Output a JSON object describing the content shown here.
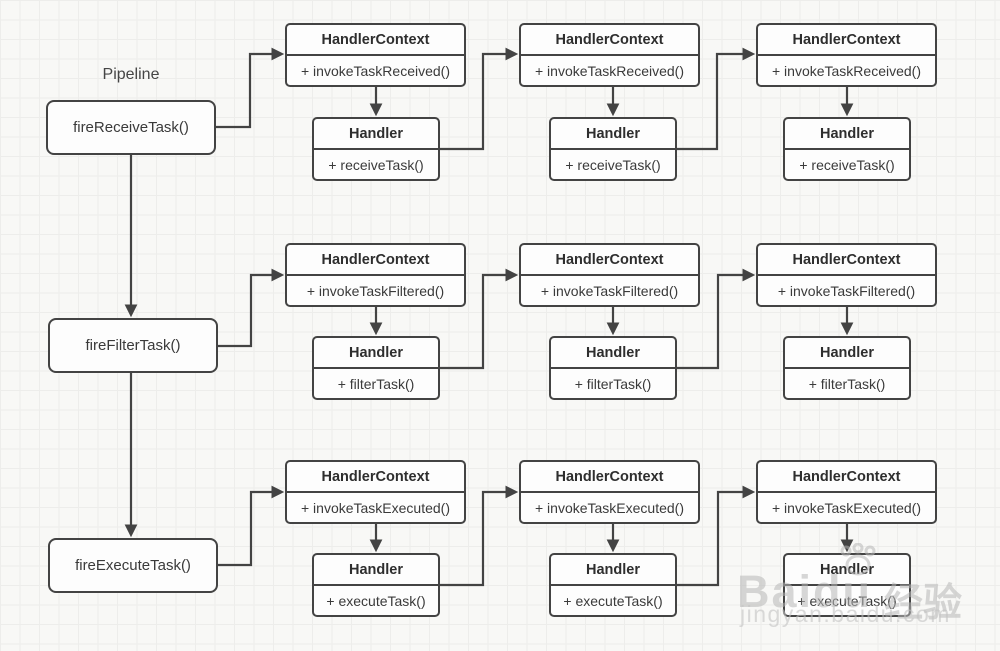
{
  "pipeline": {
    "label": "Pipeline",
    "stages": [
      {
        "method": "fireReceiveTask()"
      },
      {
        "method": "fireFilterTask()"
      },
      {
        "method": "fireExecuteTask()"
      }
    ]
  },
  "chain_rows": [
    {
      "context": {
        "title": "HandlerContext",
        "method": "+ invokeTaskReceived()"
      },
      "handler": {
        "title": "Handler",
        "method": "+ receiveTask()"
      }
    },
    {
      "context": {
        "title": "HandlerContext",
        "method": "+ invokeTaskFiltered()"
      },
      "handler": {
        "title": "Handler",
        "method": "+ filterTask()"
      }
    },
    {
      "context": {
        "title": "HandlerContext",
        "method": "+ invokeTaskExecuted()"
      },
      "handler": {
        "title": "Handler",
        "method": "+ executeTask()"
      }
    }
  ],
  "watermark": {
    "brand": "Baidu",
    "brand_suffix": "经验",
    "url": "jingyan.baidu.com"
  },
  "colors": {
    "border": "#434343",
    "text": "#3a3a3a",
    "background": "#f8f8f6",
    "grid_line": "#ededeb",
    "watermark": "#b7b7b7"
  }
}
